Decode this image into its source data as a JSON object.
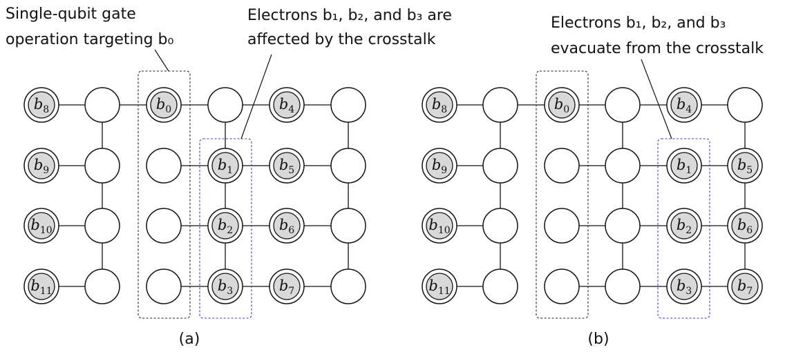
{
  "panels": [
    {
      "id": "a",
      "caption": "(a)",
      "annotations": [
        {
          "lines": [
            "Single-qubit gate",
            "operation targeting b₀"
          ]
        },
        {
          "lines": [
            "Electrons b₁, b₂, and b₃ are",
            "affected by the crosstalk"
          ]
        }
      ],
      "nodes": [
        {
          "row": 0,
          "col": 0,
          "electron": "b",
          "sub": "8"
        },
        {
          "row": 0,
          "col": 1,
          "electron": null
        },
        {
          "row": 0,
          "col": 2,
          "electron": "b",
          "sub": "0"
        },
        {
          "row": 0,
          "col": 3,
          "electron": null
        },
        {
          "row": 0,
          "col": 4,
          "electron": "b",
          "sub": "4"
        },
        {
          "row": 0,
          "col": 5,
          "electron": null
        },
        {
          "row": 1,
          "col": 0,
          "electron": "b",
          "sub": "9"
        },
        {
          "row": 1,
          "col": 1,
          "electron": null
        },
        {
          "row": 1,
          "col": 2,
          "electron": null
        },
        {
          "row": 1,
          "col": 3,
          "electron": "b",
          "sub": "1"
        },
        {
          "row": 1,
          "col": 4,
          "electron": "b",
          "sub": "5"
        },
        {
          "row": 1,
          "col": 5,
          "electron": null
        },
        {
          "row": 2,
          "col": 0,
          "electron": "b",
          "sub": "10"
        },
        {
          "row": 2,
          "col": 1,
          "electron": null
        },
        {
          "row": 2,
          "col": 2,
          "electron": null
        },
        {
          "row": 2,
          "col": 3,
          "electron": "b",
          "sub": "2"
        },
        {
          "row": 2,
          "col": 4,
          "electron": "b",
          "sub": "6"
        },
        {
          "row": 2,
          "col": 5,
          "electron": null
        },
        {
          "row": 3,
          "col": 0,
          "electron": "b",
          "sub": "11"
        },
        {
          "row": 3,
          "col": 1,
          "electron": null
        },
        {
          "row": 3,
          "col": 2,
          "electron": null
        },
        {
          "row": 3,
          "col": 3,
          "electron": "b",
          "sub": "3"
        },
        {
          "row": 3,
          "col": 4,
          "electron": "b",
          "sub": "7"
        },
        {
          "row": 3,
          "col": 5,
          "electron": null
        }
      ],
      "edges": [
        [
          0,
          0,
          0,
          1
        ],
        [
          0,
          1,
          0,
          2
        ],
        [
          0,
          2,
          0,
          3
        ],
        [
          0,
          3,
          0,
          4
        ],
        [
          0,
          4,
          0,
          5
        ],
        [
          1,
          0,
          1,
          1
        ],
        [
          1,
          2,
          1,
          3
        ],
        [
          1,
          3,
          1,
          4
        ],
        [
          1,
          4,
          1,
          5
        ],
        [
          2,
          0,
          2,
          1
        ],
        [
          2,
          2,
          2,
          3
        ],
        [
          2,
          3,
          2,
          4
        ],
        [
          2,
          4,
          2,
          5
        ],
        [
          3,
          0,
          3,
          1
        ],
        [
          3,
          2,
          3,
          3
        ],
        [
          3,
          3,
          3,
          4
        ],
        [
          3,
          4,
          3,
          5
        ],
        [
          0,
          1,
          1,
          1
        ],
        [
          1,
          1,
          2,
          1
        ],
        [
          2,
          1,
          3,
          1
        ],
        [
          0,
          3,
          1,
          3
        ],
        [
          1,
          3,
          2,
          3
        ],
        [
          2,
          3,
          3,
          3
        ],
        [
          0,
          5,
          1,
          5
        ],
        [
          1,
          5,
          2,
          5
        ],
        [
          2,
          5,
          3,
          5
        ]
      ]
    },
    {
      "id": "b",
      "caption": "(b)",
      "annotations": [
        {
          "lines": [
            "Electrons b₁, b₂, and b₃",
            "evacuate from the crosstalk"
          ]
        }
      ],
      "nodes": [
        {
          "row": 0,
          "col": 0,
          "electron": "b",
          "sub": "8"
        },
        {
          "row": 0,
          "col": 1,
          "electron": null
        },
        {
          "row": 0,
          "col": 2,
          "electron": "b",
          "sub": "0"
        },
        {
          "row": 0,
          "col": 3,
          "electron": null
        },
        {
          "row": 0,
          "col": 4,
          "electron": "b",
          "sub": "4"
        },
        {
          "row": 0,
          "col": 5,
          "electron": null
        },
        {
          "row": 1,
          "col": 0,
          "electron": "b",
          "sub": "9"
        },
        {
          "row": 1,
          "col": 1,
          "electron": null
        },
        {
          "row": 1,
          "col": 2,
          "electron": null
        },
        {
          "row": 1,
          "col": 3,
          "electron": null
        },
        {
          "row": 1,
          "col": 4,
          "electron": "b",
          "sub": "1"
        },
        {
          "row": 1,
          "col": 5,
          "electron": "b",
          "sub": "5"
        },
        {
          "row": 2,
          "col": 0,
          "electron": "b",
          "sub": "10"
        },
        {
          "row": 2,
          "col": 1,
          "electron": null
        },
        {
          "row": 2,
          "col": 2,
          "electron": null
        },
        {
          "row": 2,
          "col": 3,
          "electron": null
        },
        {
          "row": 2,
          "col": 4,
          "electron": "b",
          "sub": "2"
        },
        {
          "row": 2,
          "col": 5,
          "electron": "b",
          "sub": "6"
        },
        {
          "row": 3,
          "col": 0,
          "electron": "b",
          "sub": "11"
        },
        {
          "row": 3,
          "col": 1,
          "electron": null
        },
        {
          "row": 3,
          "col": 2,
          "electron": null
        },
        {
          "row": 3,
          "col": 3,
          "electron": null
        },
        {
          "row": 3,
          "col": 4,
          "electron": "b",
          "sub": "3"
        },
        {
          "row": 3,
          "col": 5,
          "electron": "b",
          "sub": "7"
        }
      ],
      "edges": [
        [
          0,
          0,
          0,
          1
        ],
        [
          0,
          1,
          0,
          2
        ],
        [
          0,
          2,
          0,
          3
        ],
        [
          0,
          3,
          0,
          4
        ],
        [
          0,
          4,
          0,
          5
        ],
        [
          1,
          0,
          1,
          1
        ],
        [
          1,
          2,
          1,
          3
        ],
        [
          1,
          3,
          1,
          4
        ],
        [
          1,
          4,
          1,
          5
        ],
        [
          2,
          0,
          2,
          1
        ],
        [
          2,
          2,
          2,
          3
        ],
        [
          2,
          3,
          2,
          4
        ],
        [
          2,
          4,
          2,
          5
        ],
        [
          3,
          0,
          3,
          1
        ],
        [
          3,
          2,
          3,
          3
        ],
        [
          3,
          3,
          3,
          4
        ],
        [
          3,
          4,
          3,
          5
        ],
        [
          0,
          1,
          1,
          1
        ],
        [
          1,
          1,
          2,
          1
        ],
        [
          2,
          1,
          3,
          1
        ],
        [
          0,
          3,
          1,
          3
        ],
        [
          1,
          3,
          2,
          3
        ],
        [
          2,
          3,
          3,
          3
        ],
        [
          0,
          5,
          1,
          5
        ],
        [
          1,
          5,
          2,
          5
        ],
        [
          2,
          5,
          3,
          5
        ]
      ]
    }
  ]
}
